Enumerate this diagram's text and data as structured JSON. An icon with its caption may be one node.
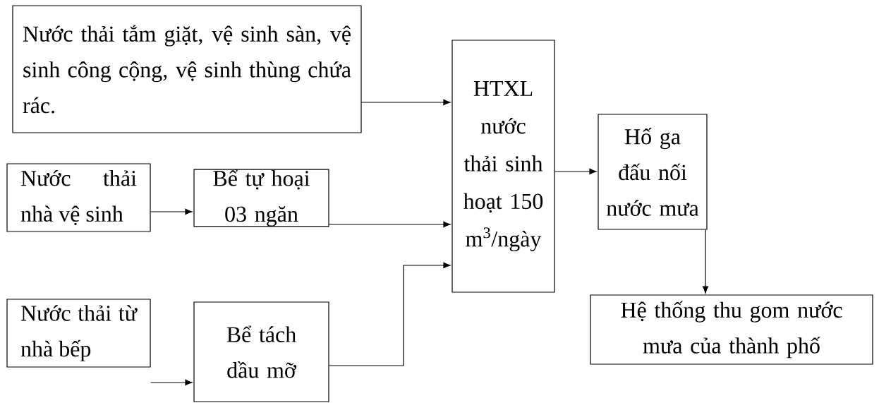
{
  "diagram": {
    "nodes": [
      {
        "text": [
          "Nước thải tắm giặt, vệ sinh sàn, vệ sinh công cộng, vệ sinh thùng chứa rác."
        ]
      },
      {
        "text": [
          "Nước thải nhà vệ sinh"
        ]
      },
      {
        "text": [
          "Bể tự hoại 03 ngăn"
        ]
      },
      {
        "text": [
          "Nước thải từ nhà bếp"
        ]
      },
      {
        "text": [
          "Bể tách dầu mỡ"
        ]
      },
      {
        "text": [
          "HTXL nước thải sinh hoạt 150 m$^{3}$/ngày"
        ]
      },
      {
        "text": [
          "Hố ga đấu nối nước mưa"
        ]
      },
      {
        "text": [
          "Hệ thống thu gom nước mưa của thành phố"
        ]
      }
    ],
    "edges": [
      {
        "from": 0,
        "to": 5,
        "arrow": "to"
      },
      {
        "from": 1,
        "to": 2,
        "arrow": "to"
      },
      {
        "from": 2,
        "to": 5,
        "arrow": "to"
      },
      {
        "from": 3,
        "to": 4,
        "arrow": "to"
      },
      {
        "from": 4,
        "to": 5,
        "arrow": "to"
      },
      {
        "from": 5,
        "to": 6,
        "arrow": "to"
      },
      {
        "from": 6,
        "to": 7,
        "arrow": "to"
      }
    ]
  }
}
